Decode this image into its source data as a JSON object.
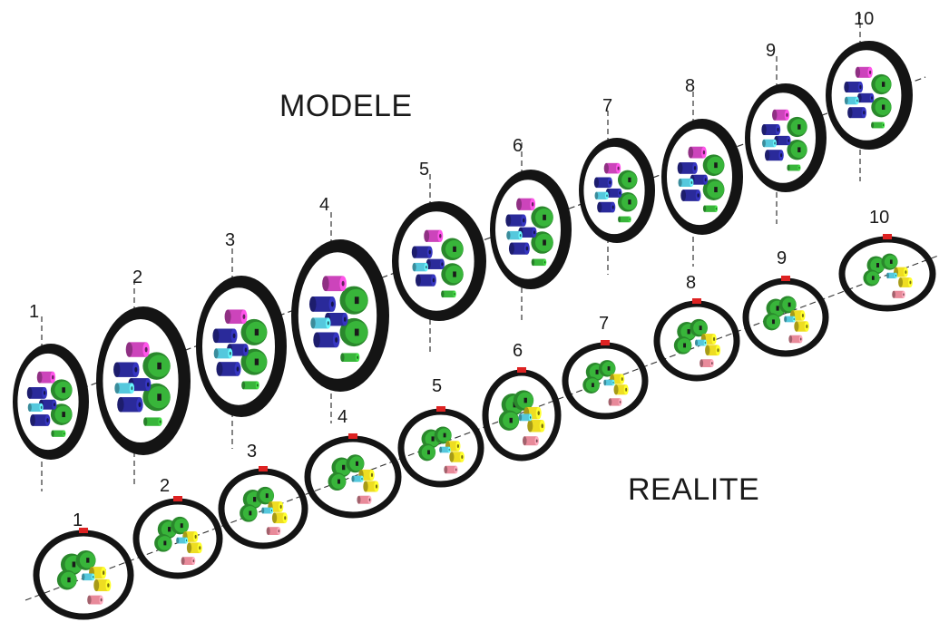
{
  "titles": {
    "model": "MODELE",
    "reality": "REALITE"
  },
  "colors": {
    "ring": "#141414",
    "blue": "#2a2a9a",
    "magenta": "#cc44bb",
    "cyan": "#55c8dd",
    "green": "#38b53a",
    "yellow": "#eedd22",
    "pink": "#e88a9a",
    "red_marker": "#dd2222",
    "axis": "#333333"
  },
  "model_rings": [
    {
      "label": "1"
    },
    {
      "label": "2"
    },
    {
      "label": "3"
    },
    {
      "label": "4"
    },
    {
      "label": "5"
    },
    {
      "label": "6"
    },
    {
      "label": "7"
    },
    {
      "label": "8"
    },
    {
      "label": "9"
    },
    {
      "label": "10"
    }
  ],
  "reality_rings": [
    {
      "label": "1"
    },
    {
      "label": "2"
    },
    {
      "label": "3"
    },
    {
      "label": "4"
    },
    {
      "label": "5"
    },
    {
      "label": "6"
    },
    {
      "label": "7"
    },
    {
      "label": "8"
    },
    {
      "label": "9"
    },
    {
      "label": "10"
    }
  ]
}
